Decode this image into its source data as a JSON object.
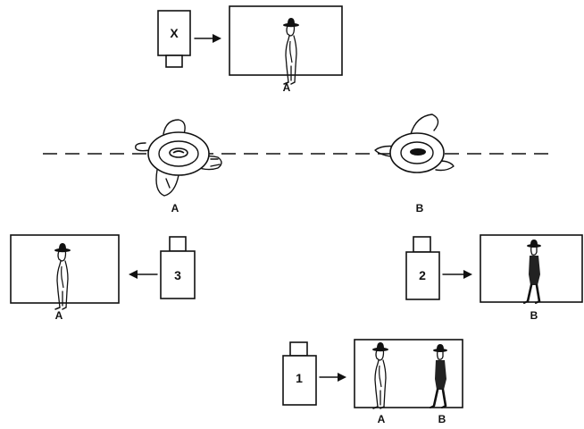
{
  "cameras": {
    "x": {
      "label": "X"
    },
    "one": {
      "label": "1"
    },
    "two": {
      "label": "2"
    },
    "three": {
      "label": "3"
    }
  },
  "frames": {
    "top": {
      "captions": [
        "A"
      ]
    },
    "left": {
      "captions": [
        "A"
      ]
    },
    "right": {
      "captions": [
        "B"
      ]
    },
    "bottom": {
      "captions": [
        "A",
        "B"
      ]
    }
  },
  "actors": {
    "a": {
      "label": "A"
    },
    "b": {
      "label": "B"
    }
  }
}
